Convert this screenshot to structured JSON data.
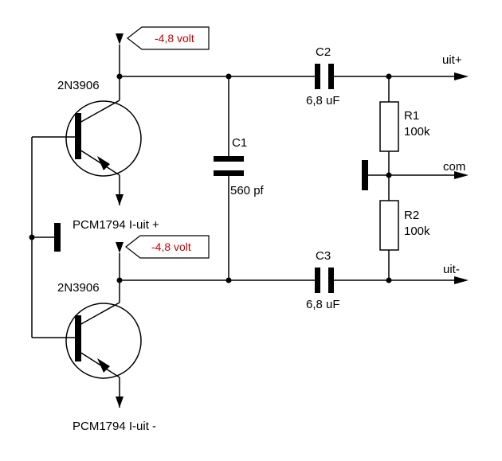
{
  "labels": {
    "supply_top": "-4,8 volt",
    "supply_bottom": "-4,8 volt",
    "q1_type": "2N3906",
    "q2_type": "2N3906",
    "q1_input": "PCM1794 I-uit +",
    "q2_input": "PCM1794 I-uit -",
    "c1_name": "C1",
    "c1_value": "560 pf",
    "c2_name": "C2",
    "c2_value": "6,8 uF",
    "c3_name": "C3",
    "c3_value": "6,8 uF",
    "r1_name": "R1",
    "r1_value": "100k",
    "r2_name": "R2",
    "r2_value": "100k",
    "out_plus": "uit+",
    "out_com": "com",
    "out_minus": "uit-"
  },
  "colors": {
    "supply_label": "#cc0000",
    "wire": "#000000"
  }
}
